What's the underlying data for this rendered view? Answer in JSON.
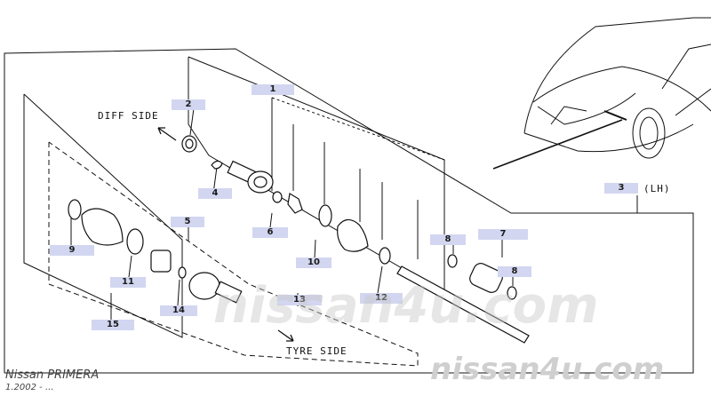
{
  "diagram": {
    "callouts": {
      "c1": "1",
      "c2": "2",
      "c3": "3",
      "c4": "4",
      "c5": "5",
      "c6": "6",
      "c7": "7",
      "c8a": "8",
      "c8b": "8",
      "c9": "9",
      "c10": "10",
      "c11": "11",
      "c12": "12",
      "c13": "13",
      "c14": "14",
      "c15": "15"
    },
    "lh_label": "(LH)",
    "diff_side": "DIFF SIDE",
    "tyre_side": "TYRE SIDE"
  },
  "footer": {
    "model": "Nissan PRIMERA",
    "date": "1.2002 - ..."
  },
  "watermark": {
    "center": "nissan4u.com",
    "corner": "nissan4u.com"
  },
  "colors": {
    "callout_bg": "#d3d6f0",
    "line": "#111111",
    "watermark": "#cfcfcf"
  }
}
